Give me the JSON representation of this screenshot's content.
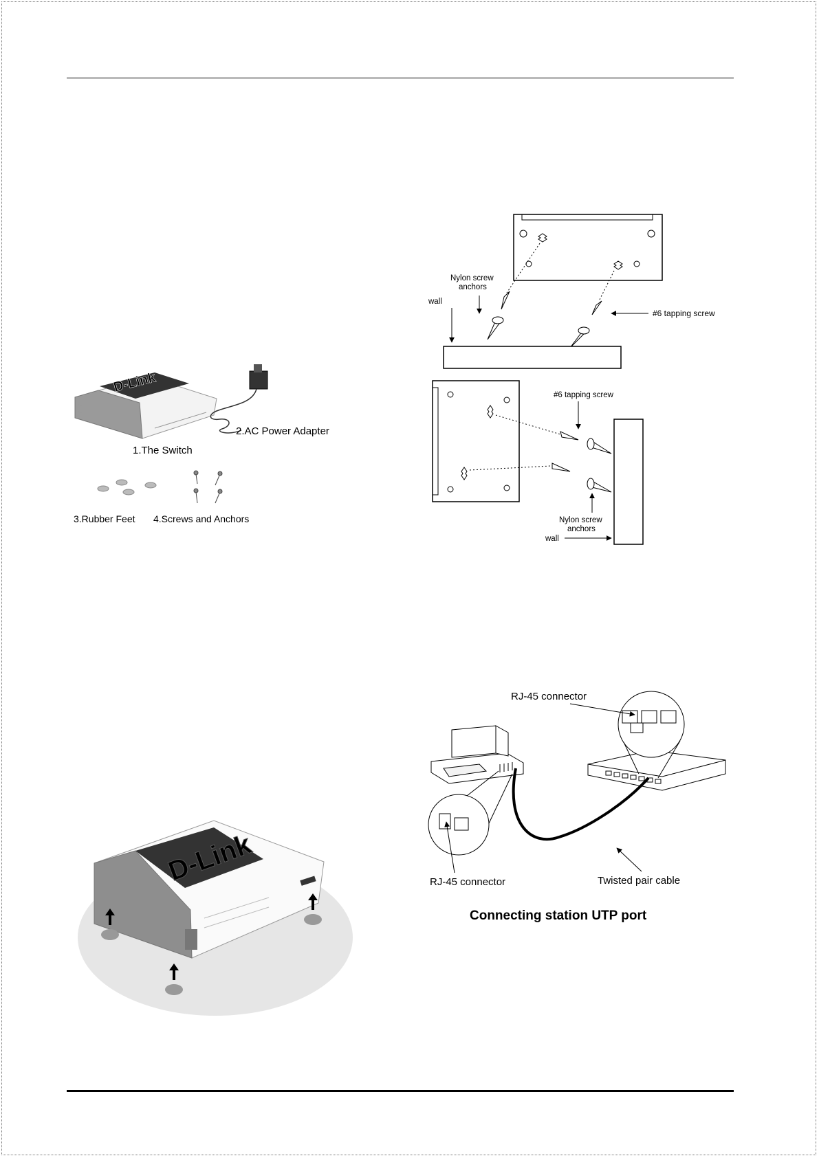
{
  "package_figure": {
    "labels": {
      "switch": "1.The Switch",
      "adapter": "2.AC Power Adapter",
      "feet": "3.Rubber Feet",
      "screws": "4.Screws and Anchors"
    },
    "logo_text": "D-Link"
  },
  "wall_mount_figure": {
    "top_view": {
      "anchors_line1": "Nylon screw",
      "anchors_line2": "anchors",
      "wall": "wall",
      "screw": "#6 tapping screw"
    },
    "side_view": {
      "screw": "#6 tapping screw",
      "anchors_line1": "Nylon screw",
      "anchors_line2": "anchors",
      "wall": "wall"
    }
  },
  "feet_figure": {
    "logo_text": "D-Link"
  },
  "connection_figure": {
    "rj45_top": "RJ-45 connector",
    "rj45_bottom": "RJ-45 connector",
    "cable": "Twisted pair cable",
    "caption": "Connecting station UTP port"
  }
}
